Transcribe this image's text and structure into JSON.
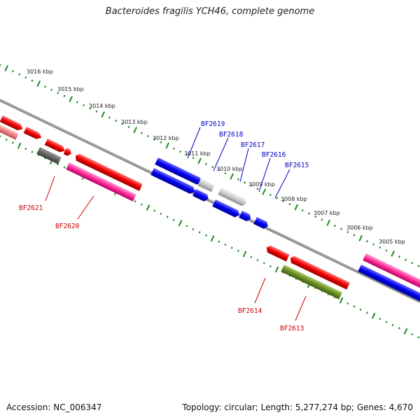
{
  "title": "Bacteroides fragilis YCH46, complete genome",
  "footer": {
    "accession": "Accession: NC_006347",
    "summary": "Topology: circular; Length: 5,277,274 bp; Genes: 4,670"
  },
  "scale_labels": [
    "3016 kbp",
    "3015 kbp",
    "3014 kbp",
    "3013 kbp",
    "3012 kbp",
    "3011 kbp",
    "3010 kbp",
    "3009 kbp",
    "3008 kbp",
    "3007 kbp",
    "3006 kbp",
    "3005 kbp"
  ],
  "gene_labels": {
    "blue": [
      "BF2619",
      "BF2618",
      "BF2617",
      "BF2616",
      "BF2615"
    ],
    "red": [
      "BF2621",
      "BF2620",
      "BF2614",
      "BF2613"
    ]
  },
  "colors": {
    "backbone": "#8c8c8c",
    "ticks": "#1f8a1f",
    "forward_gene": "#0000ee",
    "reverse_gene": "#ee0000",
    "pink_gene": "#ff2a9a",
    "light_gene": "#c8c8c8",
    "olive_gene": "#6b8e23",
    "blue_label": "#0000cc",
    "red_label": "#cc0000"
  }
}
